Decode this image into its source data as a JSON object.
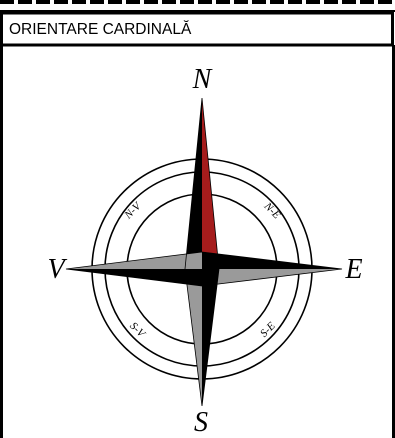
{
  "header": {
    "title": "ORIENTARE CARDINALĂ"
  },
  "compass": {
    "cardinals": {
      "north": "N",
      "east": "E",
      "south": "S",
      "west": "V"
    },
    "intercardinals": {
      "northeast": "N-E",
      "southeast": "S-E",
      "southwest": "S-V",
      "northwest": "N-V"
    },
    "colors": {
      "north_accent": "#a51c1c",
      "dark": "#000000",
      "light": "#9a9a9a",
      "background": "#ffffff"
    }
  }
}
